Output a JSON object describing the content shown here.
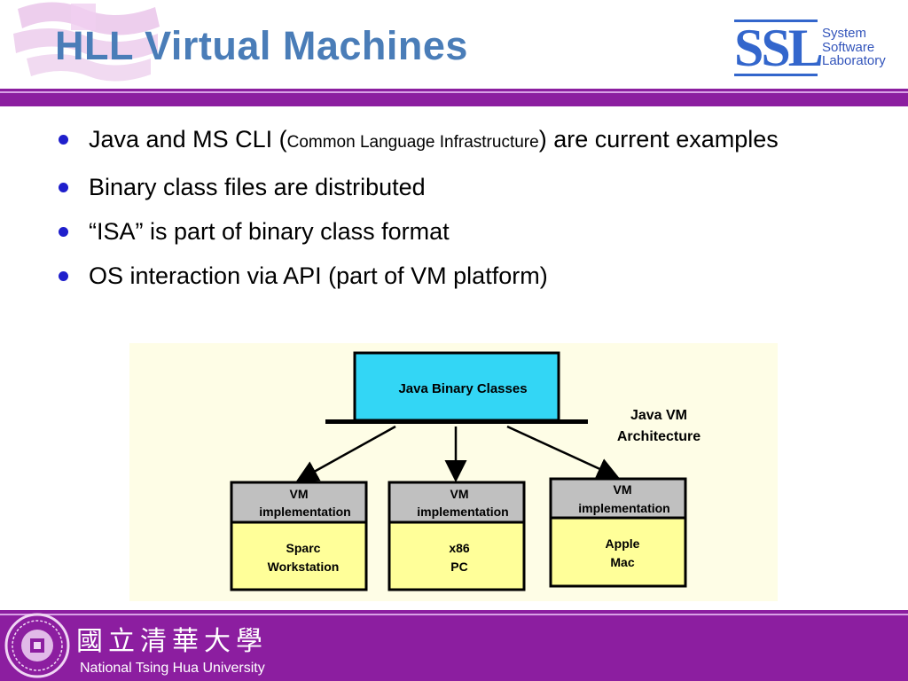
{
  "title": "HLL Virtual Machines",
  "lab_logo": {
    "mark": "SSL",
    "line1": "System",
    "line2": "Software",
    "line3": "Laboratory"
  },
  "bullets": [
    {
      "pre": "Java and MS CLI (",
      "small": "Common Language Infrastructure",
      "post": ") are current examples"
    },
    {
      "text": "Binary class files are distributed"
    },
    {
      "text": "“ISA” is part of binary class format"
    },
    {
      "text": "OS interaction via API (part of VM platform)"
    }
  ],
  "diagram": {
    "top_box": "Java Binary Classes",
    "caption_line1": "Java VM",
    "caption_line2": "Architecture",
    "vm_label_line1": "VM",
    "vm_label_line2": "implementation",
    "platforms": [
      {
        "line1": "Sparc",
        "line2": "Workstation"
      },
      {
        "line1": "x86",
        "line2": "PC"
      },
      {
        "line1": "Apple",
        "line2": "Mac"
      }
    ],
    "colors": {
      "top_box": "#33d6f5",
      "vm_header": "#c0c0c0",
      "platform": "#ffff99"
    }
  },
  "footer": {
    "chinese_name": "國立清華大學",
    "university": "National Tsing Hua University"
  },
  "colors": {
    "title": "#4a7db8",
    "band": "#8c1ea0",
    "bullet": "#1f1fcc"
  }
}
